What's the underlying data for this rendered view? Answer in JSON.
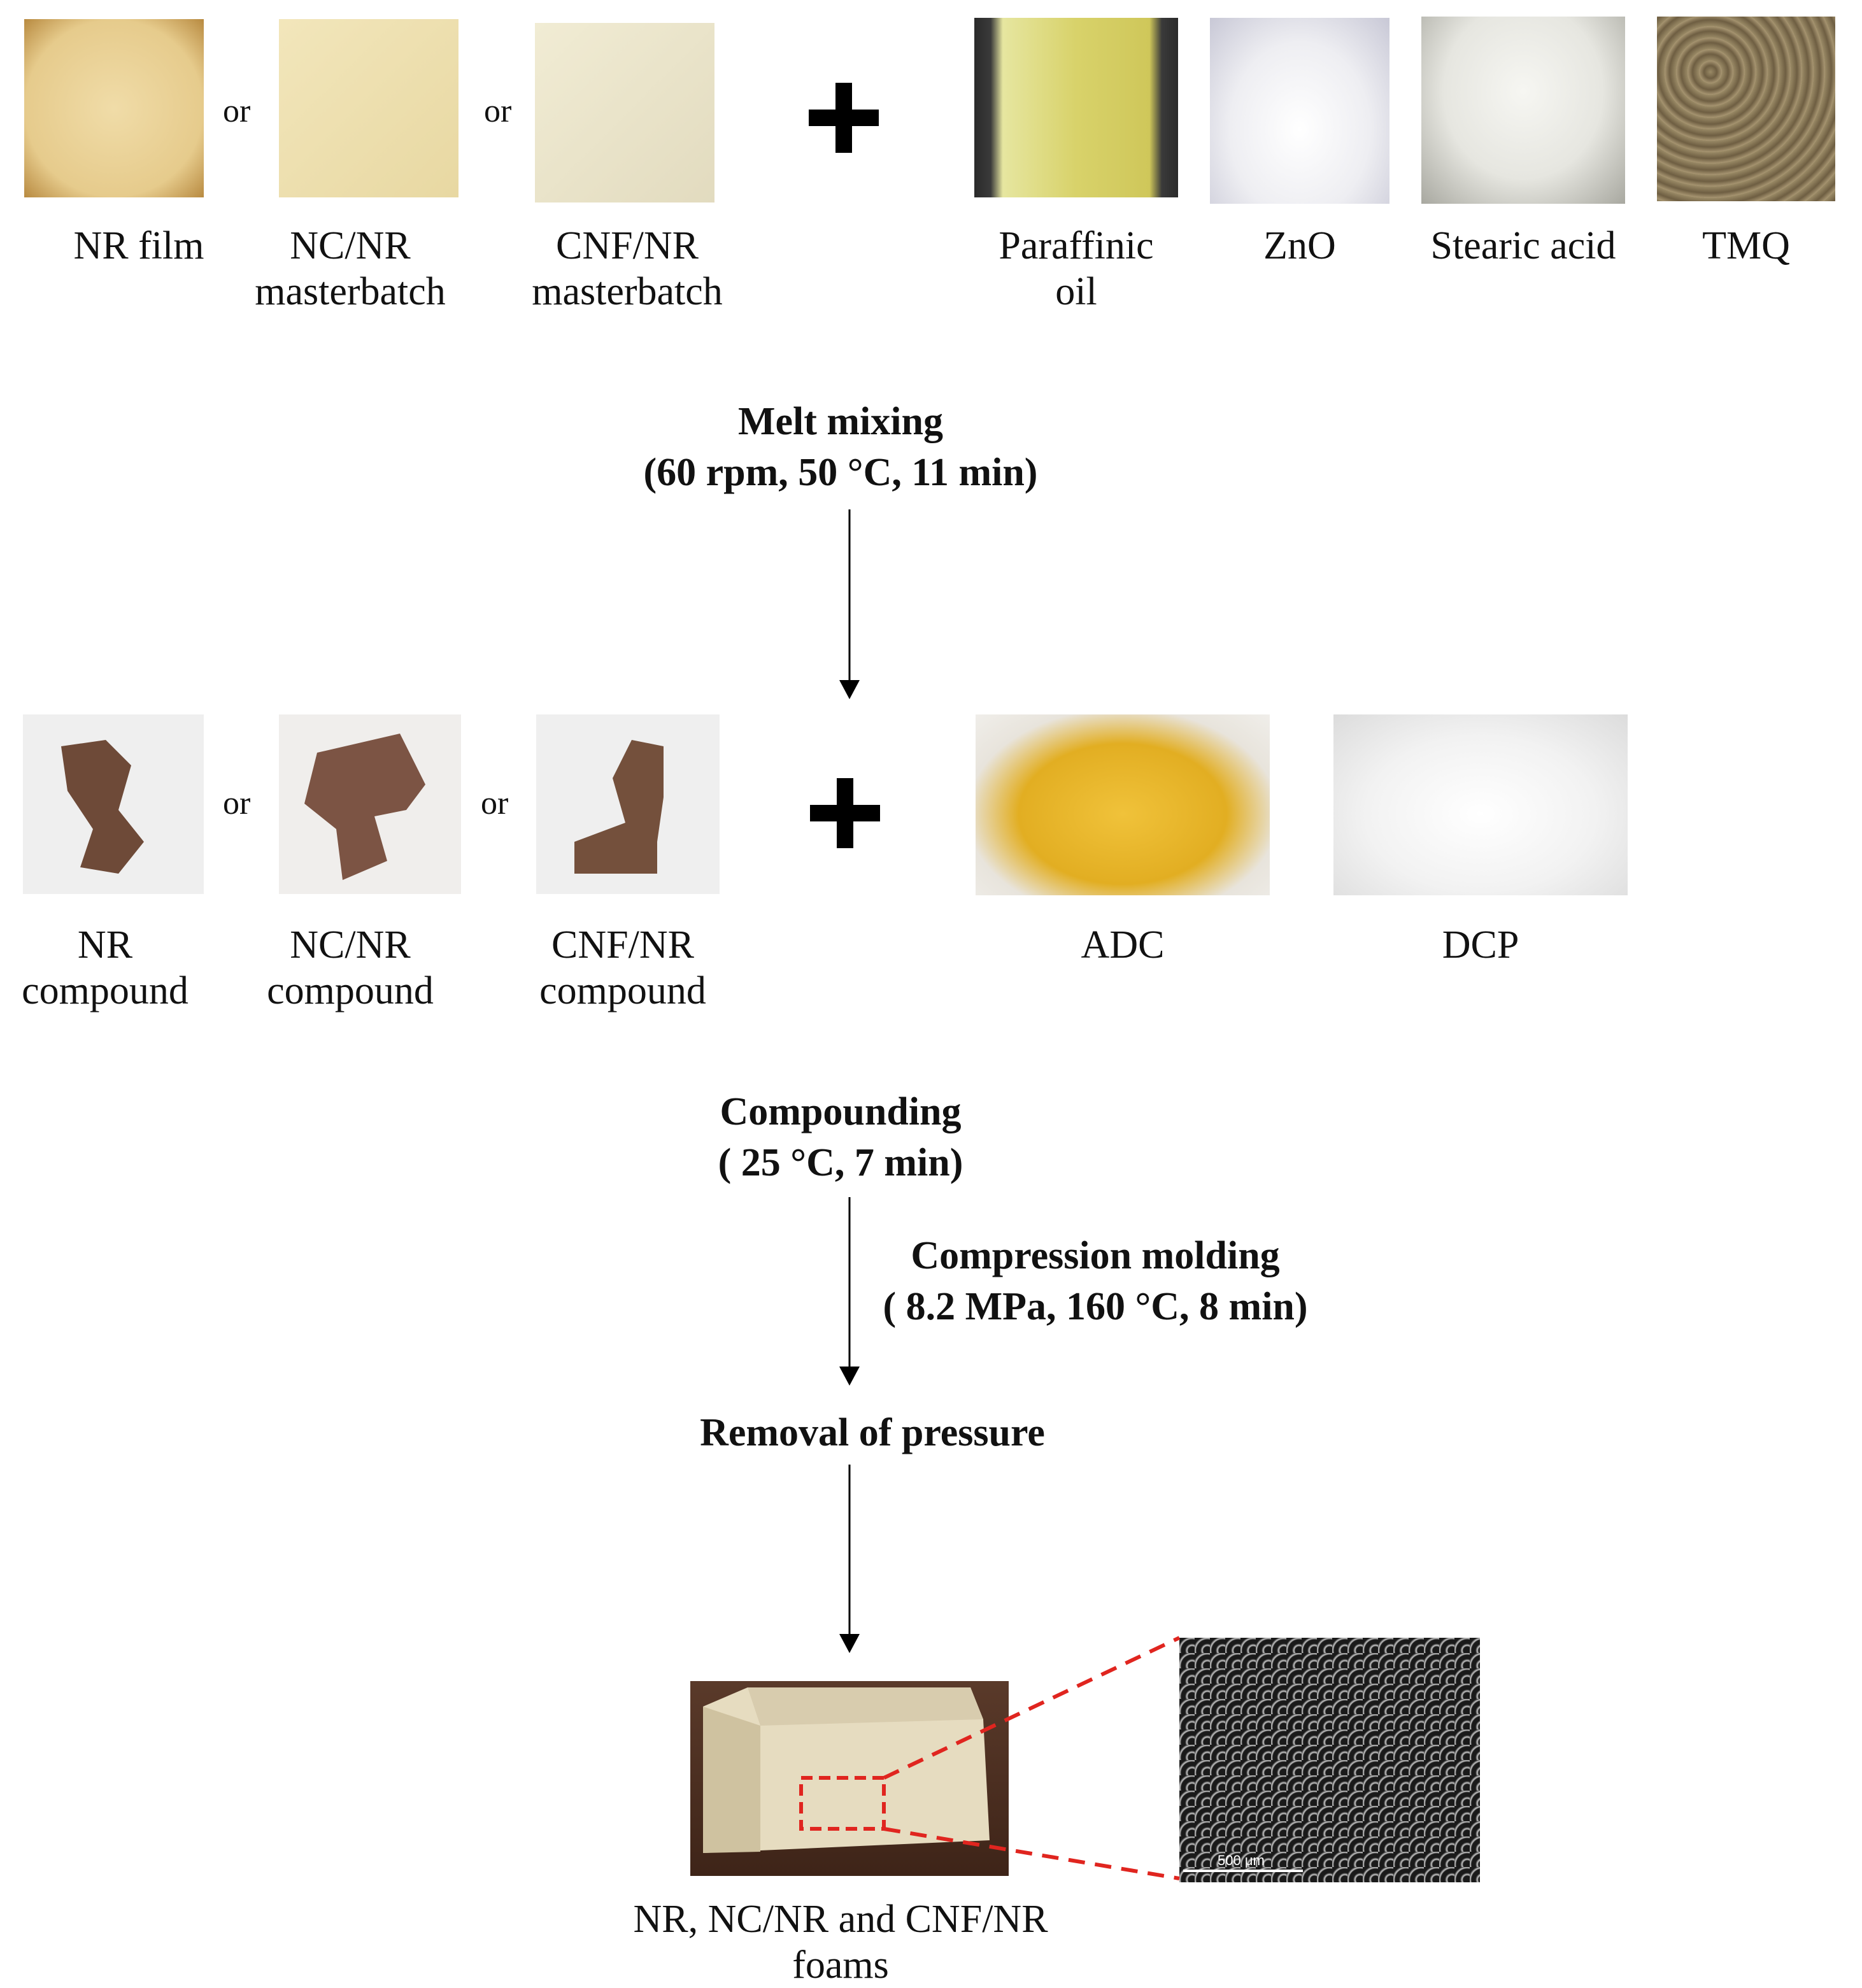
{
  "row1": {
    "inputs": [
      {
        "lines": [
          "NR film"
        ],
        "color": "#ead29a"
      },
      {
        "lines": [
          "NC/NR",
          "masterbatch"
        ],
        "color": "#efe0b0"
      },
      {
        "lines": [
          "CNF/NR",
          "masterbatch"
        ],
        "color": "#ece6cc"
      }
    ],
    "or_label": "or",
    "additives": [
      {
        "lines": [
          "Paraffinic",
          "oil"
        ],
        "color": "#d8d26a"
      },
      {
        "lines": [
          "ZnO"
        ],
        "color": "#f2f2f4"
      },
      {
        "lines": [
          "Stearic acid"
        ],
        "color": "#e9e9e6"
      },
      {
        "lines": [
          "TMQ"
        ],
        "color": "#8a7a5c"
      }
    ]
  },
  "step1": {
    "title": "Melt mixing",
    "conditions": "(60 rpm, 50 °C, 11 min)"
  },
  "row2": {
    "inputs": [
      {
        "lines": [
          "NR",
          "compound"
        ],
        "color": "#6e4a38"
      },
      {
        "lines": [
          "NC/NR",
          "compound"
        ],
        "color": "#7c5444"
      },
      {
        "lines": [
          "CNF/NR",
          "compound"
        ],
        "color": "#74503c"
      }
    ],
    "or_label": "or",
    "additives": [
      {
        "lines": [
          "ADC"
        ],
        "color": "#e8b62a"
      },
      {
        "lines": [
          "DCP"
        ],
        "color": "#f0f0f0"
      }
    ]
  },
  "step2": {
    "title": "Compounding",
    "conditions": "( 25 °C, 7 min)"
  },
  "step3": {
    "title": "Compression  molding",
    "conditions": "( 8.2 MPa, 160 °C, 8 min)"
  },
  "step4": {
    "title": "Removal of pressure"
  },
  "result": {
    "lines": [
      "NR, NC/NR and CNF/NR",
      "foams"
    ],
    "foam_color": "#e6dcc0",
    "sem_scale": "500 μm"
  },
  "colors": {
    "zoom_box": "#e0251f",
    "arrow": "#000000"
  }
}
